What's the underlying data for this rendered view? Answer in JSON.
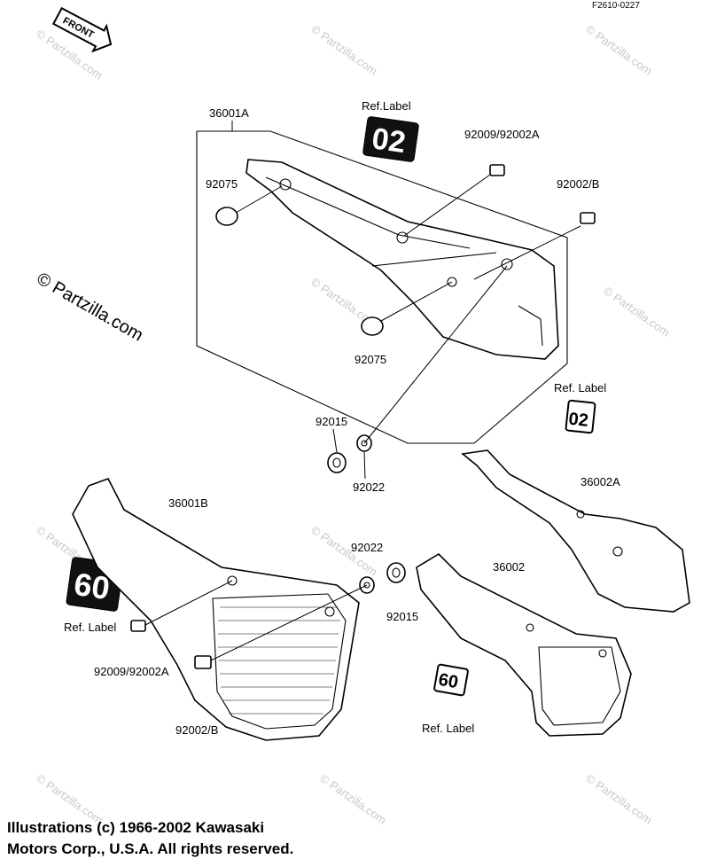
{
  "figure_code": "F2610-0227",
  "front_arrow_label": "FRONT",
  "watermark": "© Partzilla.com",
  "decal_text": "02",
  "decal_text_b": "60",
  "part_labels": {
    "p36001A": "36001A",
    "p36001B": "36001B",
    "p36002A": "36002A",
    "p36002": "36002",
    "p92075_top": "92075",
    "p92075_bottom": "92075",
    "p92009_top": "92009/92002A",
    "p92002B_top": "92002/B",
    "p92015_left": "92015",
    "p92022_left": "92022",
    "p92022_mid": "92022",
    "p92015_mid": "92015",
    "p92009_bottom": "92009/92002A",
    "p92002B_bottom": "92002/B",
    "ref_label_1": "Ref.Label",
    "ref_label_2": "Ref. Label",
    "ref_label_3": "Ref.  Label",
    "ref_label_4": "Ref. Label"
  },
  "copyright_line1": "Illustrations (c) 1966-2002 Kawasaki",
  "copyright_line2": "Motors Corp., U.S.A.  All rights reserved."
}
